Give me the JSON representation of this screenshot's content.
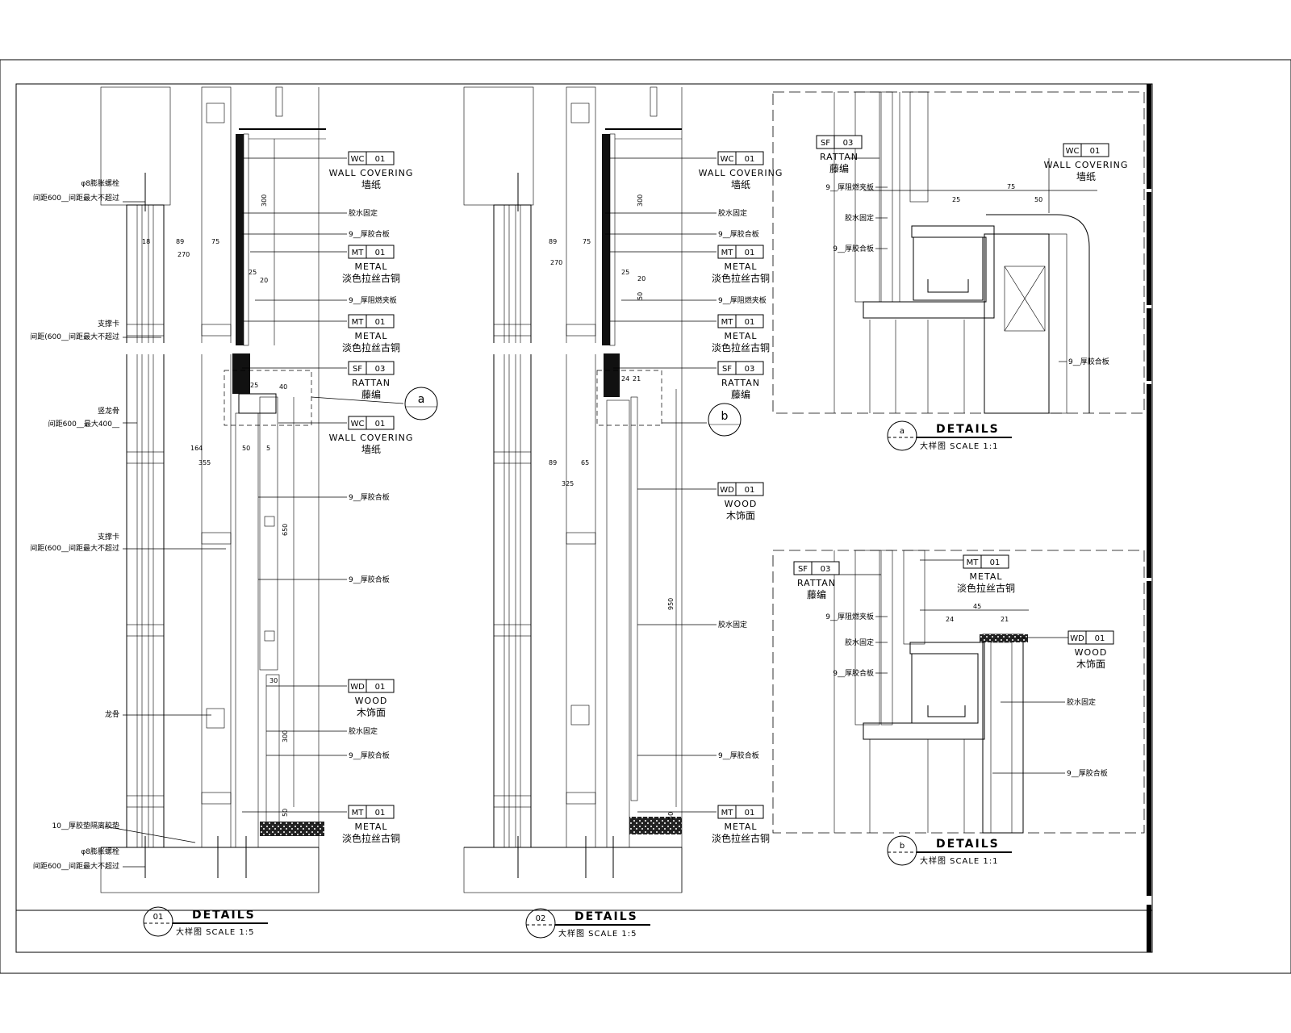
{
  "drawing": {
    "details": [
      {
        "id": "01",
        "title": "DETAILS",
        "subtitle": "大样图 SCALE 1:5"
      },
      {
        "id": "02",
        "title": "DETAILS",
        "subtitle": "大样图 SCALE 1:5"
      },
      {
        "id": "a",
        "title": "DETAILS",
        "subtitle": "大样图 SCALE 1:1"
      },
      {
        "id": "b",
        "title": "DETAILS",
        "subtitle": "大样图 SCALE 1:1"
      }
    ],
    "left_notes": [
      "φ8膨胀螺栓",
      "间距600__间距最大不超过",
      "支撑卡",
      "间距(600__间距最大不超过",
      "竖龙骨",
      "间距600__最大400__",
      "支撑卡",
      "间距(600__间距最大不超过",
      "龙骨",
      "10__厚胶垫隔离胶垫",
      "φ8膨胀螺栓",
      "间距600__间距最大不超过"
    ],
    "mid_notes": [
      "胶水固定",
      "9__厚胶合板",
      "9__厚阻燃夹板",
      "9__厚胶合板",
      "9__厚胶合板",
      "胶水固定",
      "9__厚胶合板"
    ],
    "tags": [
      {
        "code": "WC",
        "num": "01",
        "name": "WALL COVERING",
        "cn": "墙纸"
      },
      {
        "code": "MT",
        "num": "01",
        "name": "METAL",
        "cn": "淡色拉丝古铜"
      },
      {
        "code": "SF",
        "num": "03",
        "name": "RATTAN",
        "cn": "藤编"
      },
      {
        "code": "WD",
        "num": "01",
        "name": "WOOD",
        "cn": "木饰面"
      }
    ],
    "callouts": [
      "a",
      "b"
    ],
    "detail_a_notes": [
      "9__厚阻燃夹板",
      "胶水固定",
      "9__厚胶合板",
      "9__厚胶合板"
    ],
    "detail_b_notes": [
      "9__厚阻燃夹板",
      "胶水固定",
      "9__厚胶合板",
      "胶水固定",
      "9__厚胶合板"
    ],
    "dims": {
      "d1": [
        "89",
        "75",
        "270",
        "300",
        "25",
        "20",
        "164",
        "355",
        "50",
        "5",
        "650",
        "30",
        "300",
        "50",
        "40",
        "25",
        "18"
      ],
      "d2": [
        "89",
        "75",
        "270",
        "300",
        "25",
        "20",
        "50",
        "89",
        "65",
        "325",
        "950",
        "50",
        "24",
        "21"
      ],
      "da": [
        "75",
        "25",
        "50"
      ],
      "db": [
        "45",
        "24",
        "21"
      ]
    }
  }
}
